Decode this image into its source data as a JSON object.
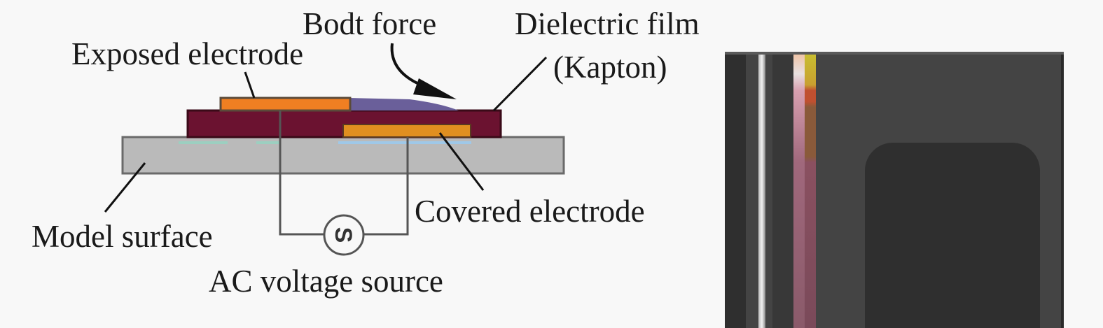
{
  "diagram": {
    "title": "DBD plasma actuator schematic",
    "labels": {
      "body_force": "Bodt force",
      "dielectric_film_line1": "Dielectric film",
      "dielectric_film_line2": "(Kapton)",
      "exposed_electrode": "Exposed electrode",
      "covered_electrode": "Covered electrode",
      "model_surface": "Model surface",
      "ac_voltage_source": "AC voltage source",
      "source_symbol": "S"
    },
    "colors": {
      "background": "#f8f8f8",
      "model_surface": "#bababa",
      "dielectric": "#6b1230",
      "electrode": "#f07f22",
      "covered_electrode": "#e08f20",
      "plasma": "#6a5f9a",
      "wire": "#555555",
      "text": "#1a1a1a"
    }
  },
  "photo": {
    "description": "Photograph of actuator installed on model",
    "colors": {
      "base": "#444444",
      "shadow": "#2f2f2f",
      "highlight": "#e8e8e8",
      "copper_pink": "#9a5a6e",
      "copper_gold": "#c8a030"
    }
  }
}
